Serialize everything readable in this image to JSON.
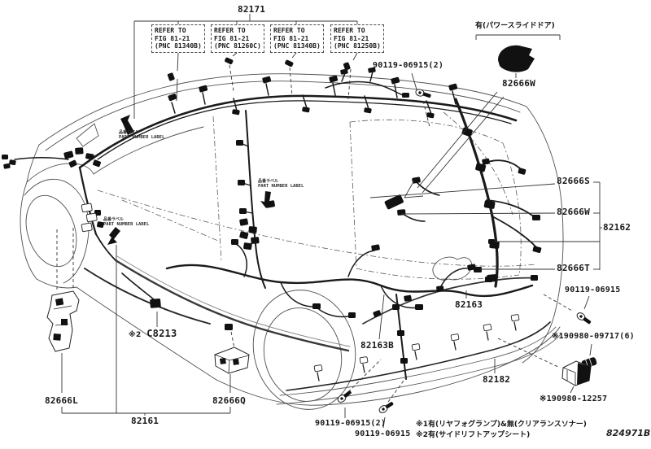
{
  "figure": {
    "doc_code": "824971B",
    "part_number_label": {
      "jp": "品番ラベル",
      "en": "PART NUMBER LABEL"
    },
    "option_label": "有(パワースライドドア)",
    "refer_boxes": [
      {
        "lines": [
          "REFER TO",
          "FIG 81-21",
          "(PNC 81340B)"
        ]
      },
      {
        "lines": [
          "REFER TO",
          "FIG 81-21",
          "(PNC 81260C)"
        ]
      },
      {
        "lines": [
          "REFER TO",
          "FIG 81-21",
          "(PNC 81340B)"
        ]
      },
      {
        "lines": [
          "REFER TO",
          "FIG 81-21",
          "(PNC 81250B)"
        ]
      }
    ],
    "callouts": {
      "roof_wire": "82171",
      "bolt_top": "90119-06915(2)",
      "psd_junction": "82666W",
      "quarter_s": "82666S",
      "quarter_w": "82666W",
      "floor_no2": "82162",
      "quarter_t": "82666T",
      "bolt_right": "90119-06915",
      "clip_right": "※190980-09717(6)",
      "connector_right": "※190980-12257",
      "wire_rear": "82163",
      "wire_rear_b": "82163B",
      "wire_bumper": "82182",
      "bolt_bottom_a": "90119-06915(2)",
      "bolt_bottom_b": "90119-06915",
      "junction_l": "82666L",
      "junction_q": "82666Q",
      "floor_wire": "82161",
      "c8213_prefix": "※2",
      "c8213": "C8213"
    },
    "notes": {
      "line1": "※1有(リヤフォグランプ)&無(クリアランスソナー)",
      "line2": "※2有(サイドリフトアップシート)"
    }
  }
}
